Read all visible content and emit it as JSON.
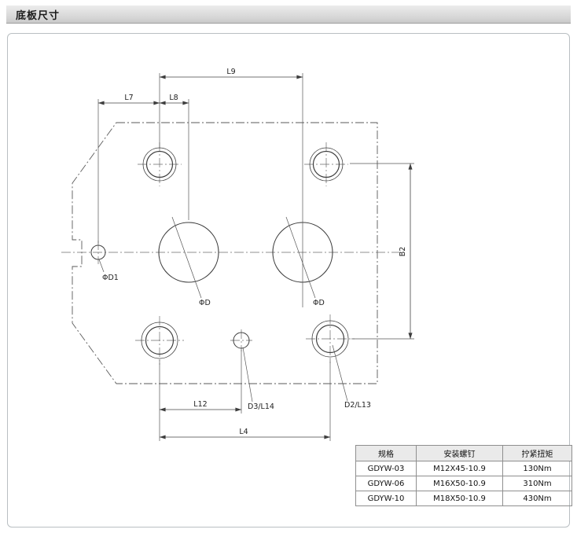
{
  "header": {
    "title": "底板尺寸"
  },
  "drawing": {
    "labels": {
      "l9": "L9",
      "l7": "L7",
      "l8": "L8",
      "b2": "B2",
      "l12": "L12",
      "l4": "L4",
      "d3_l14": "D3/L14",
      "d2_l13": "D2/L13",
      "phi_d1": "ΦD1",
      "phi_d_left": "ΦD",
      "phi_d_right": "ΦD"
    }
  },
  "table": {
    "headers": [
      "规格",
      "安装螺钉",
      "拧紧扭矩"
    ],
    "rows": [
      [
        "GDYW-03",
        "M12X45-10.9",
        "130Nm"
      ],
      [
        "GDYW-06",
        "M16X50-10.9",
        "310Nm"
      ],
      [
        "GDYW-10",
        "M18X50-10.9",
        "430Nm"
      ]
    ]
  }
}
